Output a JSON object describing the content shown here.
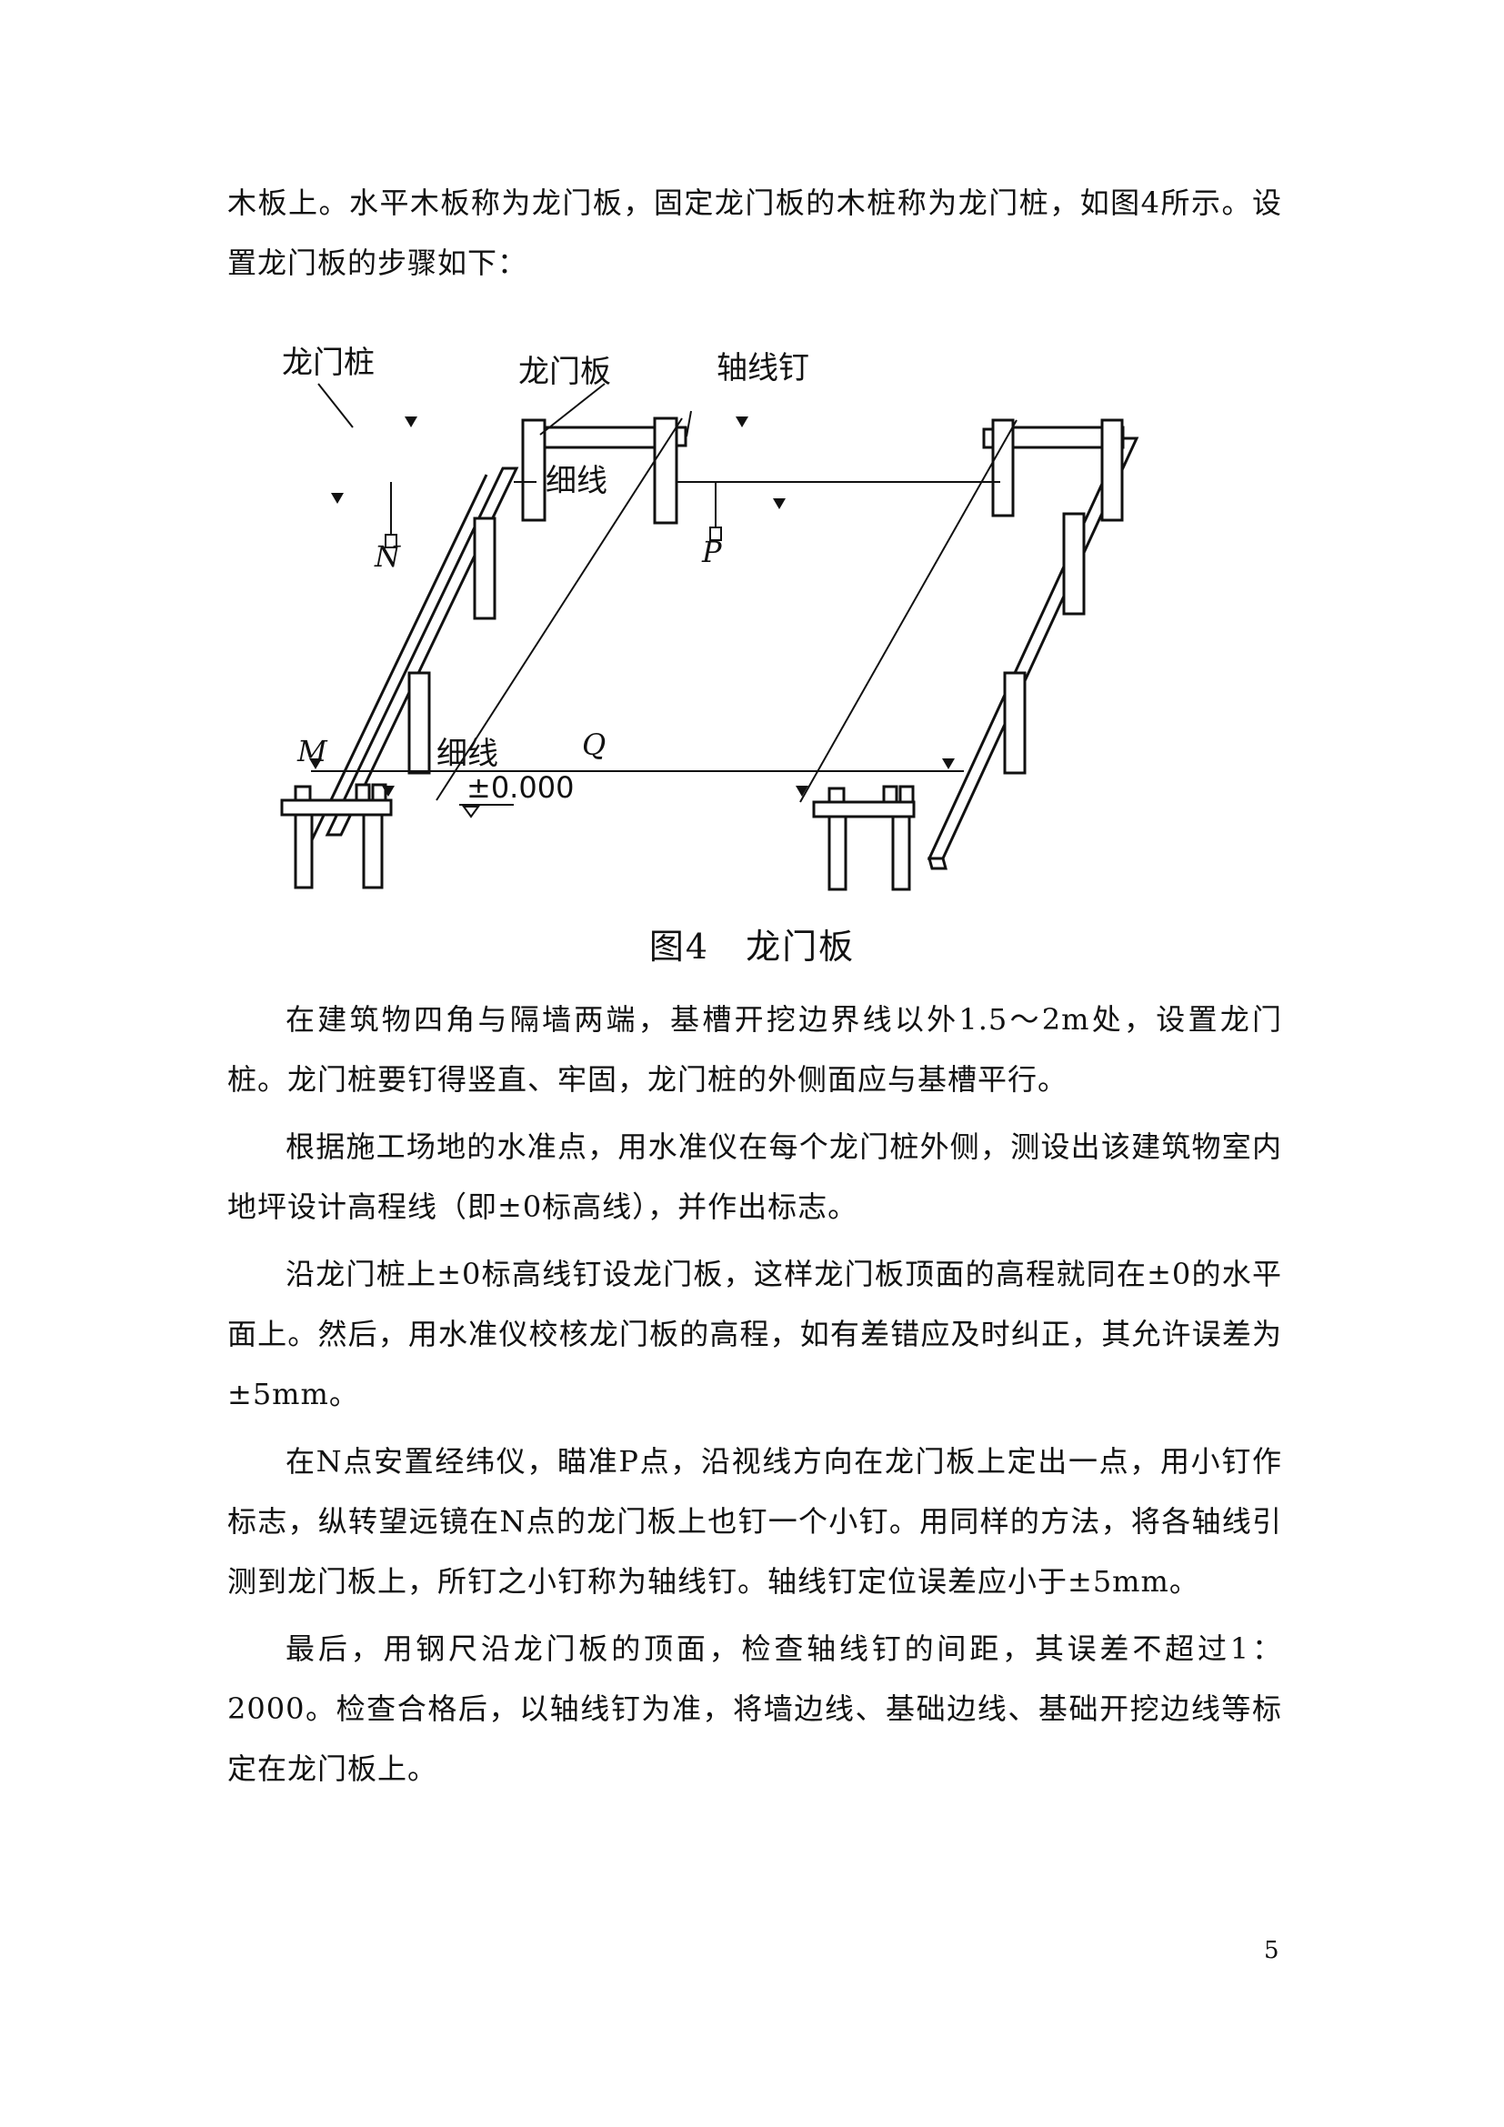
{
  "intro": {
    "line": "木板上。水平木板称为龙门板，固定龙门板的木桩称为龙门桩，如图4所示。设置龙门板的步骤如下："
  },
  "figure": {
    "labels": {
      "longmen_zhuang": "龙门桩",
      "longmen_ban": "龙门板",
      "zhouxian_ding": "轴线钉",
      "xixian_top": "细线",
      "xixian_bottom": "细线",
      "point_n": "N",
      "point_p": "P",
      "point_m": "M",
      "point_q": "Q",
      "elevation": "±0.000"
    },
    "caption": "图4　龙门板"
  },
  "paragraphs": [
    "在建筑物四角与隔墙两端，基槽开挖边界线以外1.5～2m处，设置龙门桩。龙门桩要钉得竖直、牢固，龙门桩的外侧面应与基槽平行。",
    "根据施工场地的水准点，用水准仪在每个龙门桩外侧，测设出该建筑物室内地坪设计高程线（即±0标高线），并作出标志。",
    "沿龙门桩上±0标高线钉设龙门板，这样龙门板顶面的高程就同在±0的水平面上。然后，用水准仪校核龙门板的高程，如有差错应及时纠正，其允许误差为±5mm。",
    "在N点安置经纬仪，瞄准P点，沿视线方向在龙门板上定出一点，用小钉作标志，纵转望远镜在N点的龙门板上也钉一个小钉。用同样的方法，将各轴线引测到龙门板上，所钉之小钉称为轴线钉。轴线钉定位误差应小于±5mm。",
    "最后，用钢尺沿龙门板的顶面，检查轴线钉的间距，其误差不超过1：2000。检查合格后，以轴线钉为准，将墙边线、基础边线、基础开挖边线等标定在龙门板上。"
  ],
  "page_number": "5"
}
